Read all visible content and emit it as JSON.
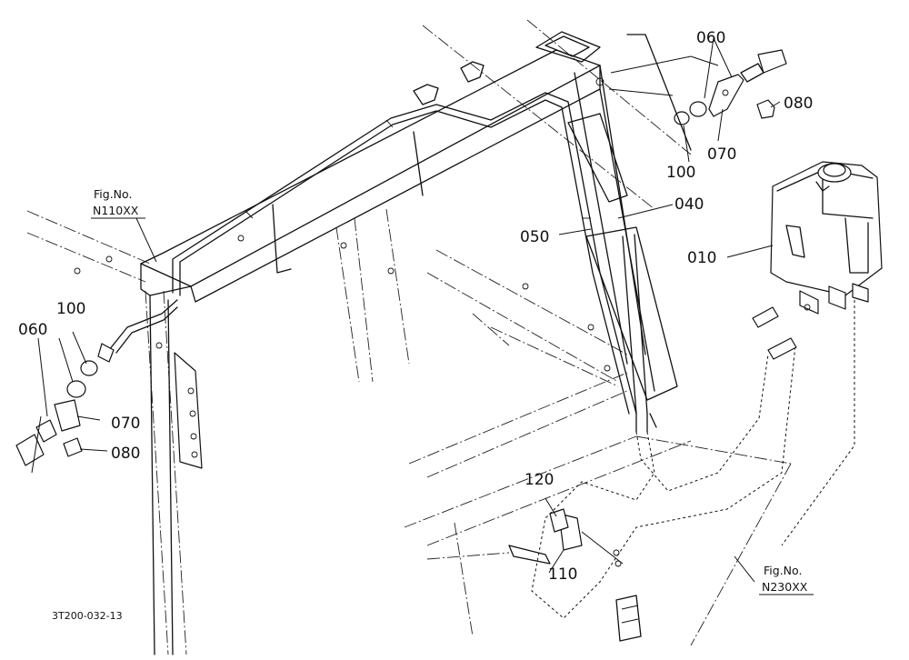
{
  "figure": {
    "code": "3T200-032-13",
    "references": [
      {
        "id": "ref-n110",
        "line1": "Fig.No.",
        "line2": "N110XX"
      },
      {
        "id": "ref-n230",
        "line1": "Fig.No.",
        "line2": "N230XX"
      }
    ]
  },
  "callouts": {
    "p010": "010",
    "p040": "040",
    "p050": "050",
    "p060_top": "060",
    "p060_left": "060",
    "p070_top": "070",
    "p070_left": "070",
    "p080_top": "080",
    "p080_left": "080",
    "p100_top": "100",
    "p100_left": "100",
    "p110": "110",
    "p120": "120"
  }
}
